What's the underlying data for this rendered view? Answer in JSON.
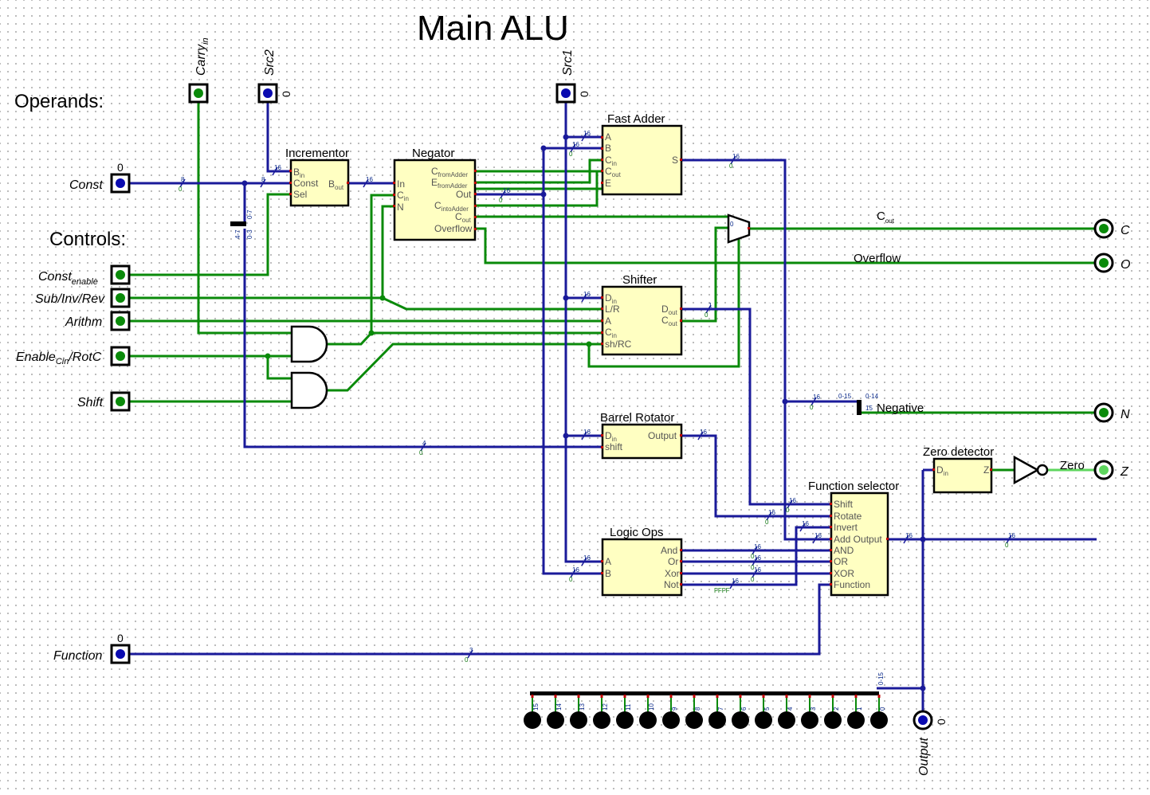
{
  "title": "Main  ALU",
  "sections": {
    "operands": "Operands:",
    "controls": "Controls:"
  },
  "top_inputs": {
    "carry_in": {
      "label": "Carry",
      "sub": "in"
    },
    "src2": {
      "label": "Src2",
      "value": "0"
    },
    "src1": {
      "label": "Src1",
      "value": "0"
    }
  },
  "left_inputs": {
    "const": {
      "label": "Const",
      "value": "0"
    },
    "const_enable": {
      "label": "Const",
      "sub": "enable"
    },
    "sub_inv_rev": {
      "label": "Sub/Inv/Rev"
    },
    "arithm": {
      "label": "Arithm"
    },
    "enable_cin": {
      "label": "Enable",
      "sub": "Cin",
      "suffix": "/RotC"
    },
    "shift": {
      "label": "Shift"
    },
    "function": {
      "label": "Function",
      "value": "0"
    }
  },
  "components": {
    "incrementor": {
      "title": "Incrementor",
      "ports": {
        "bin": "B",
        "bin_sub": "in",
        "const": "Const",
        "sel": "Sel",
        "bout": "B",
        "bout_sub": "out"
      }
    },
    "negator": {
      "title": "Negator",
      "ports": {
        "in": "In",
        "cin": "C",
        "cin_sub": "in",
        "n": "N",
        "cfa": "C",
        "cfa_sub": "fromAdder",
        "efa": "E",
        "efa_sub": "fromAdder",
        "out": "Out",
        "cia": "C",
        "cia_sub": "intoAdder",
        "cout": "C",
        "cout_sub": "out",
        "overflow": "Overflow"
      }
    },
    "fast_adder": {
      "title": "Fast  Adder",
      "ports": {
        "a": "A",
        "b": "B",
        "cin": "C",
        "cin_sub": "in",
        "cout": "C",
        "cout_sub": "out",
        "e": "E",
        "s": "S"
      }
    },
    "shifter": {
      "title": "Shifter",
      "ports": {
        "din": "D",
        "din_sub": "in",
        "lr": "L/R",
        "a": "A",
        "cin": "C",
        "cin_sub": "in",
        "shrc": "sh/RC",
        "dout": "D",
        "dout_sub": "out",
        "cout": "C",
        "cout_sub": "out"
      }
    },
    "barrel_rotator": {
      "title": "Barrel  Rotator",
      "ports": {
        "din": "D",
        "din_sub": "in",
        "shift": "shift",
        "output": "Output"
      }
    },
    "logic_ops": {
      "title": "Logic  Ops",
      "ports": {
        "a": "A",
        "b": "B",
        "and": "And",
        "or": "Or",
        "xor": "Xor",
        "not": "Not"
      }
    },
    "function_selector": {
      "title": "Function  selector",
      "ports": {
        "shift": "Shift",
        "rotate": "Rotate",
        "invert": "Invert",
        "add_output": "Add Output",
        "and": "AND",
        "or": "OR",
        "xor": "XOR",
        "function": "Function"
      }
    },
    "zero_detector": {
      "title": "Zero  detector",
      "ports": {
        "din": "D",
        "din_sub": "in",
        "z": "Z"
      }
    }
  },
  "mux_input_label": "0",
  "outputs": {
    "c": {
      "label": "C",
      "wire": "C",
      "wire_sub": "out"
    },
    "o": {
      "label": "O",
      "wire": "Overflow"
    },
    "n": {
      "label": "N",
      "wire": "Negative"
    },
    "z": {
      "label": "Z",
      "wire": "Zero"
    },
    "output": {
      "label": "Output",
      "value": "0"
    }
  },
  "wire_widths": [
    "8",
    "16",
    "16",
    "16",
    "16",
    "16",
    "16",
    "16",
    "16",
    "16",
    "16",
    "16",
    "16",
    "16",
    "16",
    "16",
    "16",
    "16",
    "16",
    "16",
    "4",
    "3",
    "1",
    "16"
  ],
  "bus_annotations": {
    "const_split": [
      "0-7",
      "4-7",
      "0-3"
    ],
    "neg_split": [
      "0-15",
      "0-14",
      "15"
    ],
    "out_split": "0-15",
    "ffff": "FFFF"
  },
  "output_bits": [
    "15",
    "14",
    "13",
    "12",
    "11",
    "10",
    "9",
    "8",
    "7",
    "6",
    "5",
    "4",
    "3",
    "2",
    "1",
    "0"
  ],
  "colors": {
    "bus": "#1a1a9a",
    "wire_high": "#0a8a0a",
    "wire_zero_on": "#5ed65e",
    "component_fill": "#ffffc2",
    "pin_value_blue": "#0a0ab0",
    "pin_value_green": "#0a8a0a"
  }
}
